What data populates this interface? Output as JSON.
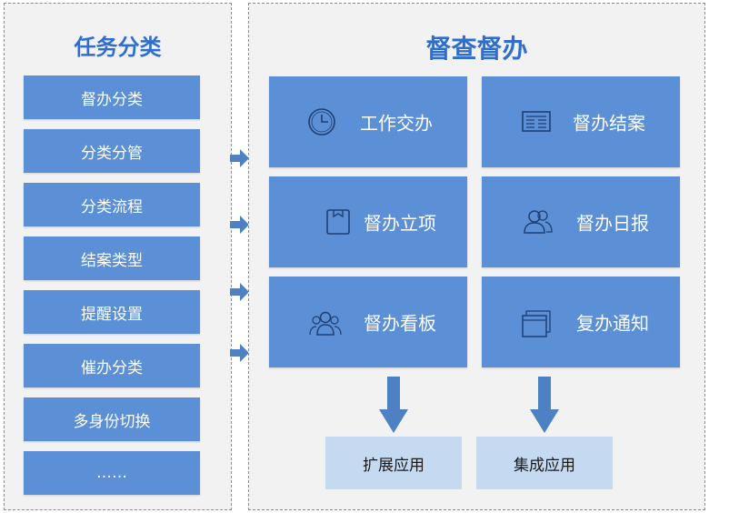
{
  "left": {
    "title": "任务分类",
    "items": [
      "督办分类",
      "分类分管",
      "分类流程",
      "结案类型",
      "提醒设置",
      "催办分类",
      "多身份切换",
      "……"
    ]
  },
  "right": {
    "title": "督查督办",
    "cards": [
      {
        "label": "工作交办",
        "icon": "clock-icon"
      },
      {
        "label": "督办结案",
        "icon": "document-list-icon"
      },
      {
        "label": "督办立项",
        "icon": "folder-icon"
      },
      {
        "label": "督办日报",
        "icon": "users-icon"
      },
      {
        "label": "督办看板",
        "icon": "group-icon"
      },
      {
        "label": "复办通知",
        "icon": "windows-icon"
      }
    ],
    "apps": [
      "扩展应用",
      "集成应用"
    ]
  },
  "colors": {
    "title": "#2f6dcf",
    "box": "#5b8fd6",
    "app_box": "#c5d9f1",
    "arrow": "#4e81c4",
    "panel_bg": "#f2f2f2"
  }
}
